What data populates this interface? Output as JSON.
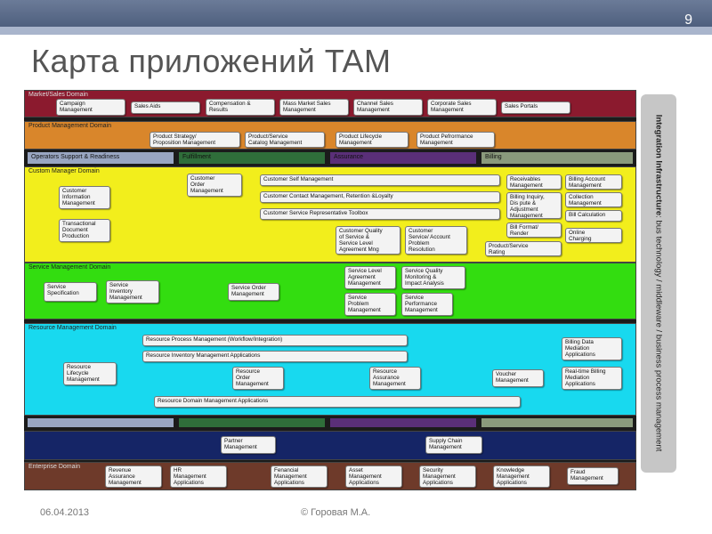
{
  "slide_number": "9",
  "title": "Карта приложений TAM",
  "footer": {
    "date": "06.04.2013",
    "author": "© Горовая М.А."
  },
  "integration": {
    "bold": "Integration Infrastructure",
    "rest": ": bus technology  /  middleware  /  business process management"
  },
  "bands": {
    "market_sales": "Market/Sales Domain",
    "product_mgmt": "Product Management Domain",
    "customer_mgmt": "Custom Manager Domain",
    "service_mgmt": "Service Management Domain",
    "resource_mgmt": "Resource  Management Domain",
    "enterprise": "Enterprise Domain"
  },
  "tabs": {
    "ops_support": "Operators Support & Readiness",
    "fulfillment": "Fulfillment",
    "assurance": "Assurance",
    "billing": "Billing"
  },
  "boxes": {
    "campaign": "Campaign\nManagement",
    "sales_aids": "Sales Aids",
    "compensation": "Compensation &\nResults",
    "mass_market": "Mass Market Sales\nManagement",
    "channel_sales": "Channel Sales\nManagement",
    "corporate_sales": "Corporate Sales\nManagement",
    "sales_portals": "Sales Portals",
    "product_strategy": "Product Strategy/\nProposition Management",
    "product_service_catalog": "Product/Service\nCatalog Management",
    "product_lifecycle": "Product Lifecycle\nManagement",
    "product_performance": "Product Pefrormance\nManagement",
    "customer_info": "Customer\nInformation\nManagement",
    "transactional_docs": "Transactional\nDocument\nProduction",
    "customer_order": "Customer\nOrder\nManagement",
    "self_mgmt": "Customer Self Management",
    "contact_mgmt": "Customer Contact Management, Retention &Loyalty",
    "csr_toolbox": "Customer Service Representative Toolbox",
    "cust_quality": "Customer Quality\nof Service &\nService Level\nAgreement Mng",
    "cust_problem": "Customer\nService/ Account\nProblem\nResolution",
    "receivables": "Receivables\nManagement",
    "billing_inquiry": "Billing Inquiry,\nDis pute &\nAdjustment\nManagement",
    "bill_format": "Bill Format/\nRender",
    "product_rating": "Product/Service\nRating",
    "billing_account": "Billing Account\nManagement",
    "collection": "Collection\nManagement",
    "bill_calc": "Bill Calculation",
    "online_charging": "Online\nCharging",
    "service_spec": "Service\nSpecification",
    "service_inventory": "Service\nInventory\nManagement",
    "service_order": "Service Order\nManagement",
    "sla_mgmt": "Service Level\nAgreement\nManagement",
    "service_quality": "Service Quality\nMonitoring &\nImpact Analysis",
    "service_problem": "Service\nProblem\nManagement",
    "service_performance": "Service\nPerformance\nManagement",
    "resource_lifecycle": "Resource\nLifecycle\nManagement",
    "resource_process": "Resource Process Management (Workflow/Integration)",
    "resource_inventory": "Resource Inventory Management Applications",
    "resource_order": "Resource\nOrder\nManagement",
    "resource_assurance": "Resource\nAssurance\nManagement",
    "voucher": "Voucher\nManagement",
    "billing_mediation": "Billing Data\nMediation\nApplications",
    "realtime_mediation": "Real-time Billing\nMediation\nApplications",
    "resource_domain": "Resource Domain Management Applications",
    "partner": "Partner\nManagement",
    "supply_chain": "Supply Chain\nManagement",
    "revenue_assurance": "Revenue\nAssurance\nManagement",
    "hr": "HR\nManagement\nApplications",
    "financial": "Fenancial\nManagement\nApplications",
    "asset": "Asset\nManagement\nApplications",
    "security": "Security\nManagement\nApplications",
    "knowledge": "Knowledge\nManagement\nApplications",
    "fraud": "Fraud\nManagement"
  },
  "colors": {
    "market_sales": "#8b1a2e",
    "product_mgmt": "#d9862b",
    "customer_mgmt": "#f2ee1c",
    "service_mgmt": "#33dd10",
    "resource_mgmt": "#18d9ef",
    "partner_band": "#152566",
    "enterprise": "#6e3a2a",
    "ops_tab": "#99a6c2",
    "fulfillment_tab": "#2f6e3a",
    "assurance_tab": "#5a2f78",
    "billing_tab": "#8a9a7c"
  }
}
